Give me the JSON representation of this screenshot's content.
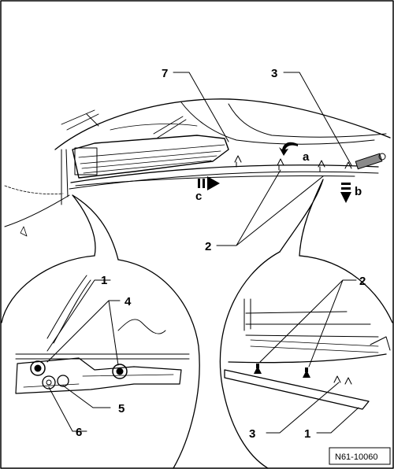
{
  "figure": {
    "reference": "N61-10060",
    "callouts": {
      "c1a": "1",
      "c1b": "1",
      "c2a": "2",
      "c2b": "2",
      "c3a": "3",
      "c3b": "3",
      "c4": "4",
      "c5": "5",
      "c6": "6",
      "c7": "7",
      "ca": "a",
      "cb": "b",
      "cc": "c"
    }
  }
}
